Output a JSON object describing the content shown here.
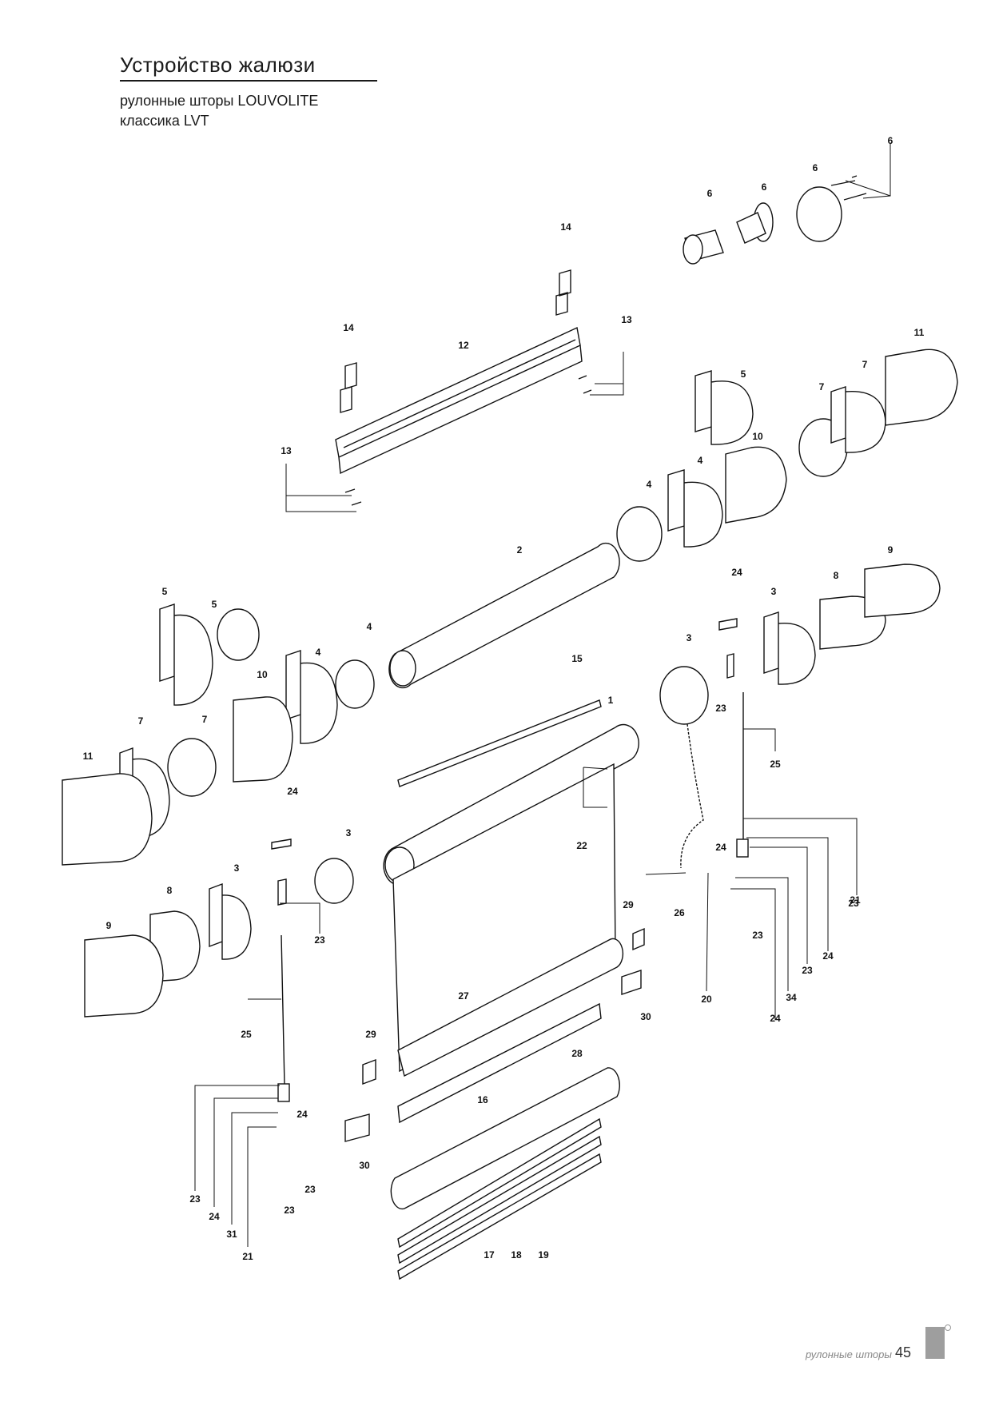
{
  "header": {
    "title": "Устройство жалюзи",
    "subtitle_line1": "рулонные шторы LOUVOLITE",
    "subtitle_line2": "классика LVT"
  },
  "footer": {
    "section_label": "рулонные шторы",
    "page_number": "45"
  },
  "diagram": {
    "part_labels": [
      "6",
      "6",
      "6",
      "6",
      "14",
      "14",
      "13",
      "12",
      "13",
      "11",
      "7",
      "7",
      "5",
      "10",
      "4",
      "4",
      "2",
      "5",
      "5",
      "4",
      "4",
      "10",
      "7",
      "7",
      "11",
      "15",
      "1",
      "24",
      "3",
      "3",
      "8",
      "9",
      "23",
      "25",
      "24",
      "3",
      "3",
      "8",
      "9",
      "23",
      "22",
      "26",
      "24",
      "23",
      "21",
      "29",
      "23",
      "20",
      "24",
      "23",
      "34",
      "30",
      "24",
      "27",
      "29",
      "25",
      "16",
      "28",
      "30",
      "24",
      "23",
      "23",
      "23",
      "24",
      "31",
      "21",
      "17",
      "18",
      "19"
    ]
  }
}
